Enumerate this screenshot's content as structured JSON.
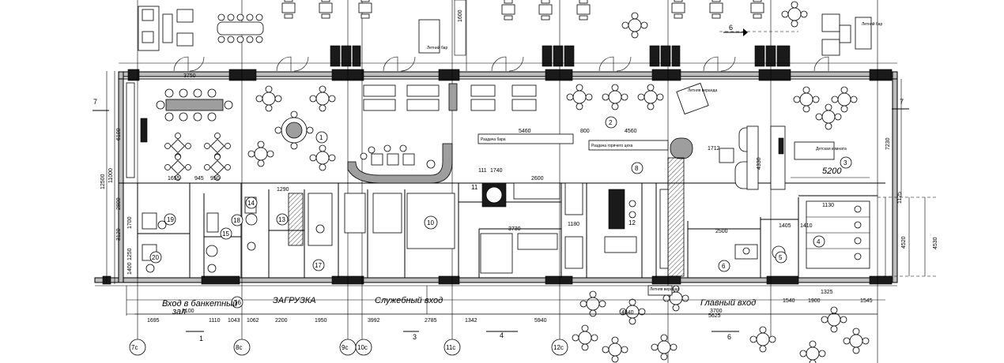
{
  "drawing": {
    "entrances": {
      "banquet": "Вход в банкетный",
      "banquet_cont": "зал",
      "loading": "ЗАГРУЗКА",
      "service": "Служебный вход",
      "main": "Главный вход"
    },
    "room_numbers": [
      "1",
      "2",
      "3",
      "4",
      "5",
      "6",
      "8",
      "10",
      "11",
      "12",
      "13",
      "14",
      "15",
      "16",
      "17",
      "18",
      "19",
      "20"
    ],
    "axis_tags": [
      "7с",
      "8с",
      "9с",
      "10с",
      "11с",
      "12с"
    ],
    "section_marks": [
      "6",
      "7",
      "1",
      "3",
      "4",
      "6",
      "7"
    ],
    "top_dims": [
      "1600",
      "3750",
      "5460",
      "800",
      "4560",
      "1712"
    ],
    "mid_dims": [
      "1655",
      "945",
      "950",
      "1290",
      "1740",
      "111",
      "2600",
      "1180",
      "3730",
      "2500",
      "1405",
      "1410",
      "1130",
      "5200",
      "4330"
    ],
    "left_dims": [
      "12500",
      "11000",
      "6100",
      "2800",
      "3120",
      "1250",
      "1400",
      "1700"
    ],
    "bottom_dims": [
      "1695",
      "2100",
      "1110",
      "1043",
      "1062",
      "2200",
      "1950",
      "3992",
      "2785",
      "1342",
      "5940",
      "4840",
      "5625",
      "3700",
      "1540",
      "1900",
      "1545",
      "1325"
    ],
    "right_dims": [
      "4530",
      "4520",
      "7230",
      "1125"
    ],
    "tiny_notes": [
      "Летний бар",
      "Раздача бара",
      "Раздача горячего цеха",
      "Летняя веранда",
      "Детская комната",
      "Летний бар",
      "Летняя веранда"
    ]
  }
}
